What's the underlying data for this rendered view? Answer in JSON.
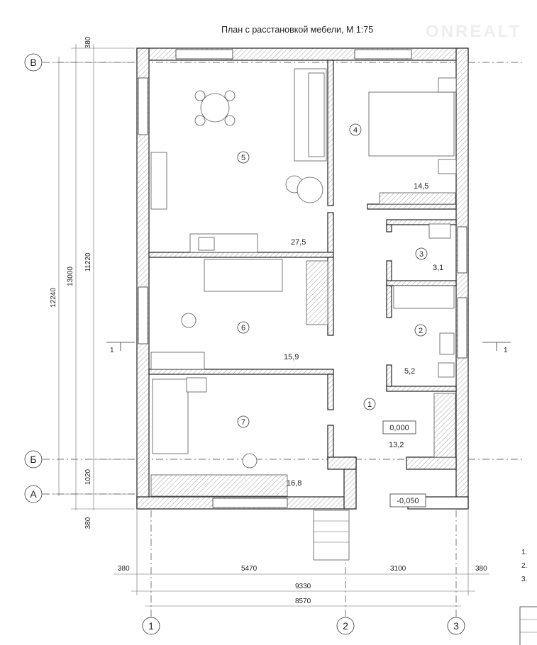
{
  "title": "План с расстановкой мебели, М 1:75",
  "watermark": "ONREALT",
  "rooms": [
    {
      "number": "1",
      "area": "13,2"
    },
    {
      "number": "2",
      "area": "5,2"
    },
    {
      "number": "3",
      "area": "3,1"
    },
    {
      "number": "4",
      "area": "14,5"
    },
    {
      "number": "5",
      "area": "27,5"
    },
    {
      "number": "6",
      "area": "15,9"
    },
    {
      "number": "7",
      "area": "16,8"
    }
  ],
  "levels": {
    "floor": "0,000",
    "porch": "-0,050"
  },
  "axes": {
    "rows": [
      "В",
      "Б",
      "А"
    ],
    "columns": [
      "1",
      "2",
      "3"
    ]
  },
  "dimensions": {
    "left_vertical": [
      "12240",
      "13000",
      "11220"
    ],
    "left_offsets": [
      "380",
      "1020",
      "380"
    ],
    "bottom_row1": [
      "380",
      "5470",
      "3100",
      "380"
    ],
    "bottom_row2": "9330",
    "bottom_row3": "8570"
  },
  "section_mark": "1",
  "legend": [
    "1.",
    "2.",
    "3."
  ],
  "colors": {
    "line": "#222222",
    "hatch": "#888888"
  }
}
